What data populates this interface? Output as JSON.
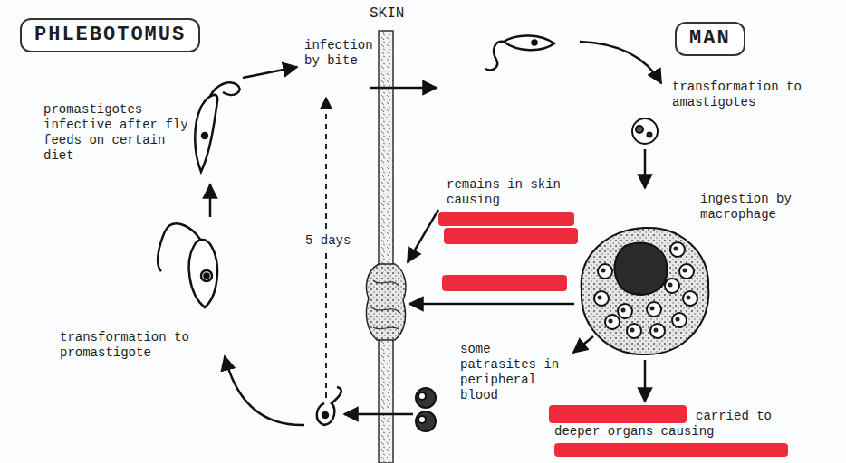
{
  "diagram": {
    "nodes": [
      {
        "text": [
          "PHLEBOTOMUS"
        ]
      },
      {
        "text": [
          "MAN"
        ]
      }
    ],
    "labels": [
      "SKIN",
      "infection by bite",
      "transformation to amastigotes",
      "promastigotes infective after fly feeds on certain diet",
      "ingestion by macrophage",
      "remains in skin causing",
      "5 days",
      "transformation to promastigote",
      "some patrasites in peripheral blood",
      "carried to deeper organs causing"
    ]
  }
}
